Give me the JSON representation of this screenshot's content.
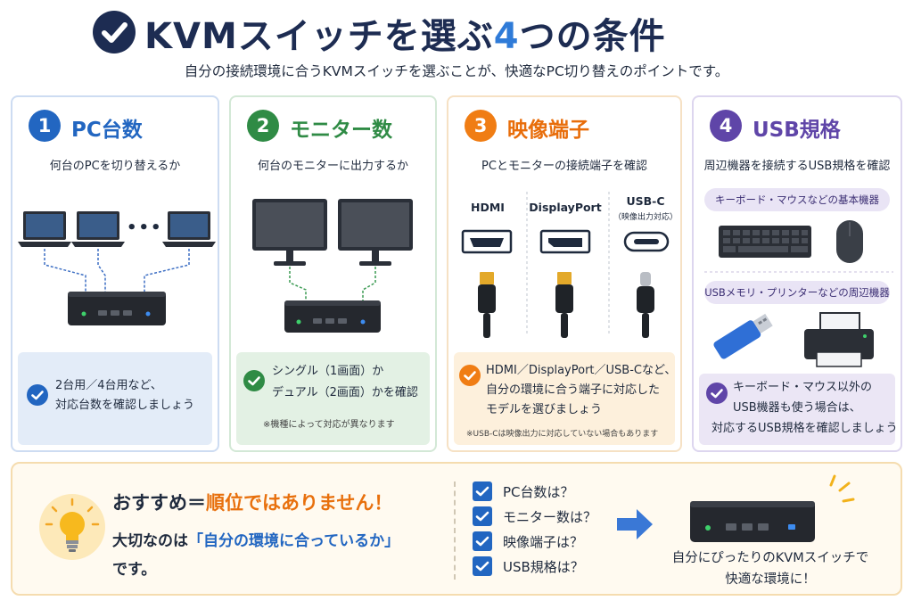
{
  "header": {
    "title_main": "KVMスイッチを選ぶ",
    "title_num": "4",
    "title_tail": "つの条件",
    "subtitle": "自分の接続環境に合うKVMスイッチを選ぶことが、快適なPC切り替えのポイントです。"
  },
  "cards": [
    {
      "num": "1",
      "title": "PC台数",
      "desc": "何台のPCを切り替えるか",
      "note_lines": [
        "2台用／4台用など、",
        "対応台数を確認しましょう"
      ],
      "dots": "•••"
    },
    {
      "num": "2",
      "title": "モニター数",
      "desc": "何台のモニターに出力するか",
      "note_lines": [
        "シングル（1画面）か",
        "デュアル（2画面）かを確認"
      ],
      "note_small": "※機種によって対応が異なります"
    },
    {
      "num": "3",
      "title": "映像端子",
      "desc": "PCとモニターの接続端子を確認",
      "ports": [
        {
          "label": "HDMI",
          "sub": ""
        },
        {
          "label": "DisplayPort",
          "sub": ""
        },
        {
          "label": "USB-C",
          "sub": "（映像出力対応）"
        }
      ],
      "note_lines": [
        "HDMI／DisplayPort／USB-Cなど、",
        "自分の環境に合う端子に対応した",
        "モデルを選びましょう"
      ],
      "note_small": "※USB-Cは映像出力に対応していない場合もあります"
    },
    {
      "num": "4",
      "title": "USB規格",
      "desc": "周辺機器を接続するUSB規格を確認",
      "pill1": "キーボード・マウスなどの基本機器",
      "pill2": "USBメモリ・プリンターなどの周辺機器",
      "note_lines": [
        "キーボード・マウス以外の",
        "USB機器も使う場合は、",
        "対応するUSB規格を確認しましょう"
      ]
    }
  ],
  "bottom": {
    "rec_prefix": "おすすめ＝",
    "rec_highlight": "順位ではありません！",
    "line2_prefix": "大切なのは",
    "line2_highlight": "「自分の環境に合っているか」",
    "line3": "です。",
    "checklist": [
      "PC台数は？",
      "モニター数は？",
      "映像端子は？",
      "USB規格は？"
    ],
    "final_lines": [
      "自分にぴったりのKVMスイッチで",
      "快適な環境に！"
    ]
  },
  "colors": {
    "navy": "#1d2c52",
    "blue": "#2266c1",
    "green": "#2f8b45",
    "orange": "#f07d14",
    "purple": "#5f45a8"
  }
}
